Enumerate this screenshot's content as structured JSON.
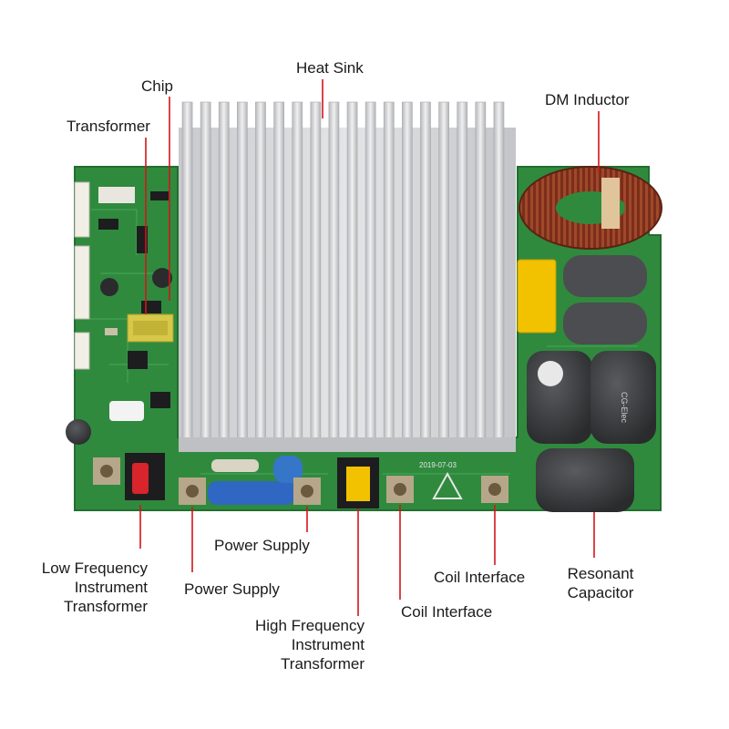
{
  "labels": {
    "heat_sink": "Heat Sink",
    "chip": "Chip",
    "transformer": "Transformer",
    "dm_inductor": "DM Inductor",
    "power_supply_1": "Power Supply",
    "power_supply_2": "Power Supply",
    "low_freq": [
      "Low Frequency",
      "Instrument",
      "Transformer"
    ],
    "high_freq": [
      "High Frequency",
      "Instrument",
      "Transformer"
    ],
    "coil_interface_1": "Coil Interface",
    "coil_interface_2": "Coil Interface",
    "resonant": [
      "Resonant",
      "Capacitor"
    ]
  },
  "board_markings": {
    "date": "2019-07-03",
    "brand": "CG-Elec"
  },
  "colors": {
    "pcb": "#2f8a3e",
    "heatsink": "#d9dadc",
    "leader": "#d0161b",
    "copper": "#8a3a22",
    "capacitor": "#3a3b3d",
    "yellow": "#f2c200"
  }
}
